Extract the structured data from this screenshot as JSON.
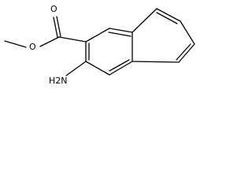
{
  "molecule": {
    "atom_labels": {
      "carbonyl_oxygen": "O",
      "ester_oxygen": "O",
      "amino_group": "H2N"
    },
    "colors": {
      "bond": "#000000",
      "label": "#000000",
      "background": "#ffffff"
    }
  }
}
